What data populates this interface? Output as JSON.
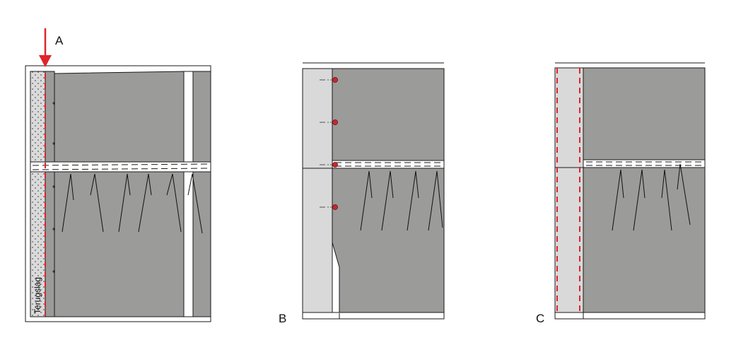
{
  "panels": [
    {
      "id": "A",
      "label": "A",
      "side_label": "Terugslag",
      "has_arrow": true
    },
    {
      "id": "B",
      "label": "B"
    },
    {
      "id": "C",
      "label": "C"
    }
  ],
  "colors": {
    "fabric": "#9b9b99",
    "lining": "#d9d9d9",
    "stitch": "#e0242b",
    "pin_head": "#c8272d",
    "outline": "#1a1a1a"
  }
}
